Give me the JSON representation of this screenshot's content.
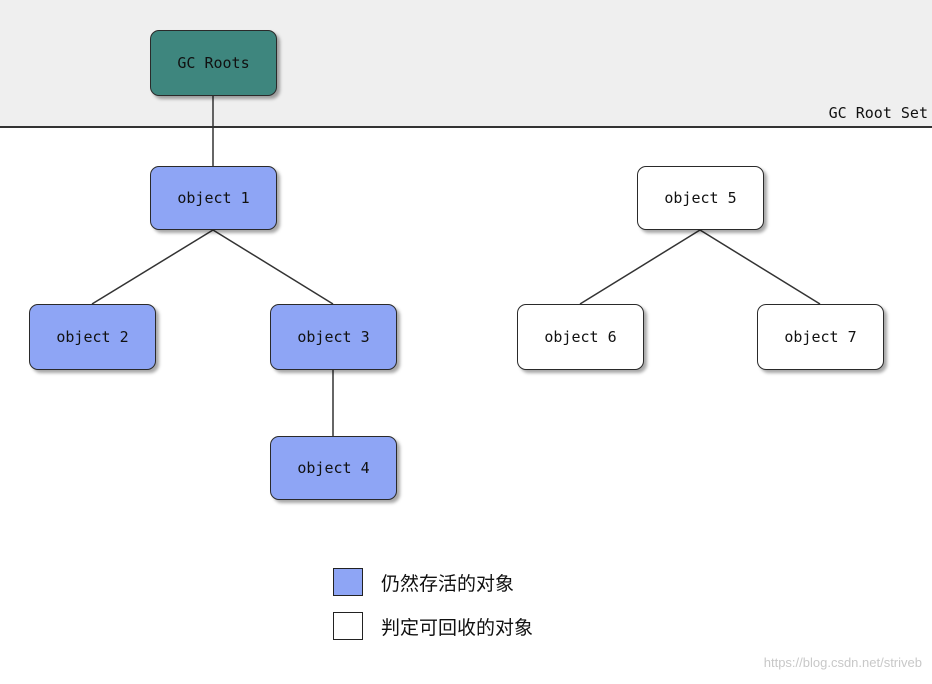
{
  "band": {
    "label": "GC Root Set"
  },
  "nodes": {
    "root": {
      "label": "GC Roots"
    },
    "o1": {
      "label": "object 1"
    },
    "o2": {
      "label": "object 2"
    },
    "o3": {
      "label": "object 3"
    },
    "o4": {
      "label": "object 4"
    },
    "o5": {
      "label": "object 5"
    },
    "o6": {
      "label": "object 6"
    },
    "o7": {
      "label": "object 7"
    }
  },
  "edges": [
    [
      "root",
      "o1"
    ],
    [
      "o1",
      "o2"
    ],
    [
      "o1",
      "o3"
    ],
    [
      "o3",
      "o4"
    ],
    [
      "o5",
      "o6"
    ],
    [
      "o5",
      "o7"
    ]
  ],
  "legend": {
    "live": {
      "label": "仍然存活的对象",
      "color": "#8ea5f5"
    },
    "dead": {
      "label": "判定可回收的对象",
      "color": "#ffffff"
    }
  },
  "colors": {
    "root": "#3e867e",
    "live": "#8ea5f5",
    "dead": "#ffffff"
  },
  "watermark": "https://blog.csdn.net/striveb"
}
